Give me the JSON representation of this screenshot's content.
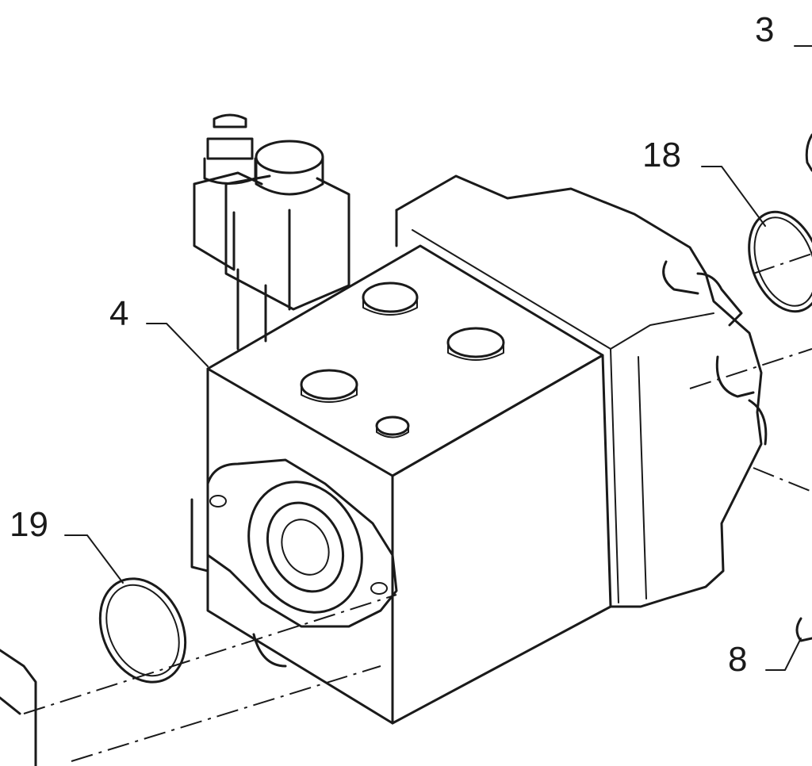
{
  "callouts": [
    {
      "id": "c3",
      "label": "3"
    },
    {
      "id": "c18",
      "label": "18"
    },
    {
      "id": "c4",
      "label": "4"
    },
    {
      "id": "c19",
      "label": "19"
    },
    {
      "id": "c8",
      "label": "8"
    }
  ],
  "colors": {
    "ink": "#1a1a1a",
    "paper": "#ffffff"
  }
}
